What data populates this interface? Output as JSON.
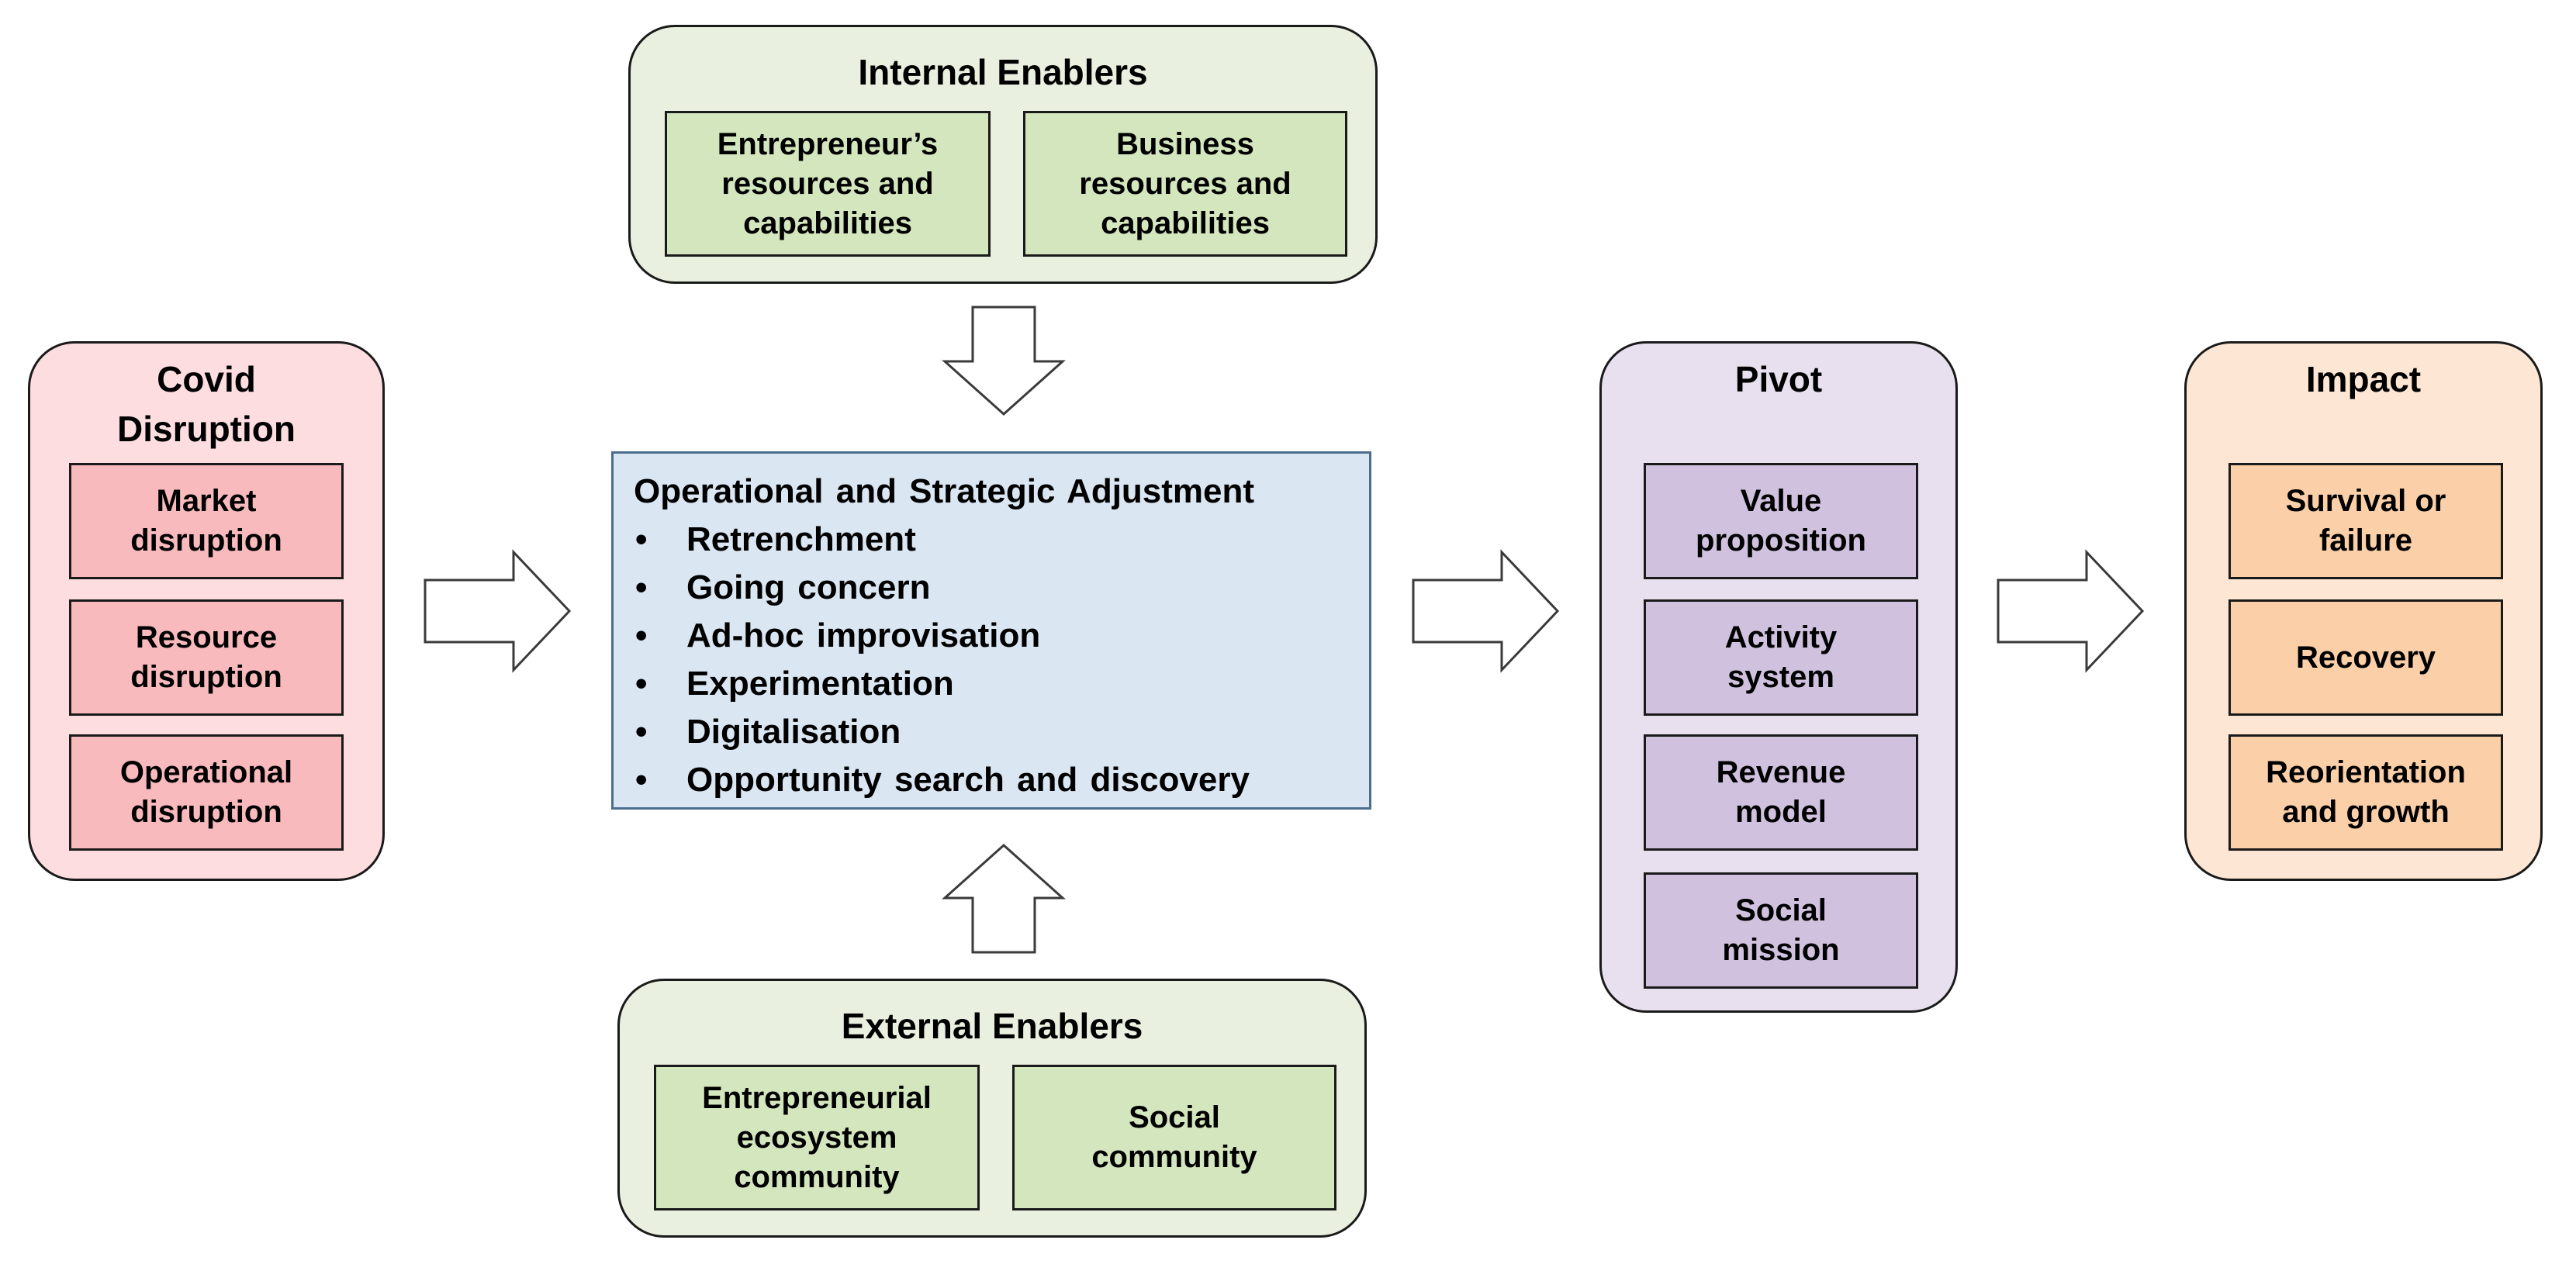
{
  "covid": {
    "title": "Covid\nDisruption",
    "items": [
      "Market\ndisruption",
      "Resource\ndisruption",
      "Operational\ndisruption"
    ],
    "fill": "#fddde0",
    "item_fill": "#f8babd"
  },
  "internal": {
    "title": "Internal Enablers",
    "items": [
      "Entrepreneur’s\nresources and\ncapabilities",
      "Business\nresources and\ncapabilities"
    ],
    "fill": "#e9f0df",
    "item_fill": "#d4e6bd"
  },
  "adjustment": {
    "title": "Operational and Strategic Adjustment",
    "bullet": "•",
    "items": [
      "Retrenchment",
      "Going concern",
      "Ad-hoc improvisation",
      "Experimentation",
      "Digitalisation",
      "Opportunity search and discovery"
    ],
    "fill": "#dae6f2"
  },
  "external": {
    "title": "External Enablers",
    "items": [
      "Entrepreneurial\necosystem\ncommunity",
      "Social\ncommunity"
    ],
    "fill": "#e9f0df",
    "item_fill": "#d4e6bd"
  },
  "pivot": {
    "title": "Pivot",
    "items": [
      "Value\nproposition",
      "Activity\nsystem",
      "Revenue\nmodel",
      "Social\nmission"
    ],
    "fill": "#e8e0ef",
    "item_fill": "#d0c2df"
  },
  "impact": {
    "title": "Impact",
    "items": [
      "Survival or\nfailure",
      "Recovery",
      "Reorientation\nand growth"
    ],
    "fill": "#fde6d3",
    "item_fill": "#fbd0a9"
  },
  "arrows": [
    {
      "from": "covid",
      "to": "adjustment",
      "direction": "right"
    },
    {
      "from": "internal",
      "to": "adjustment",
      "direction": "down"
    },
    {
      "from": "external",
      "to": "adjustment",
      "direction": "up"
    },
    {
      "from": "adjustment",
      "to": "pivot",
      "direction": "right"
    },
    {
      "from": "pivot",
      "to": "impact",
      "direction": "right"
    }
  ]
}
